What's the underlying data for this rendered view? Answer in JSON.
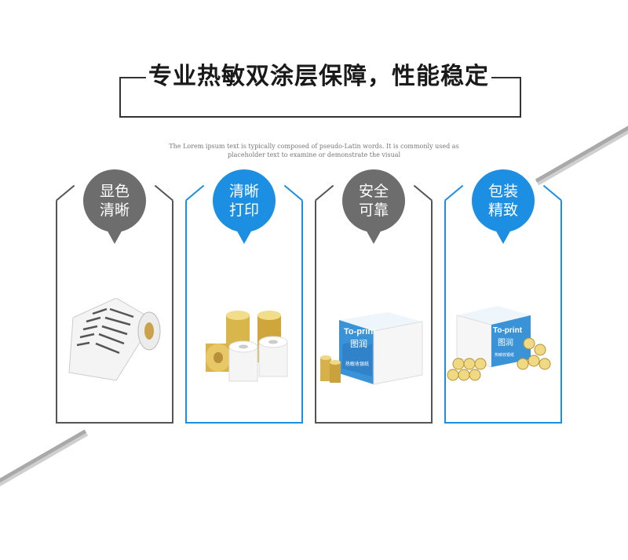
{
  "header": {
    "title": "专业热敏双涂层保障，性能稳定",
    "subtitle_line1": "The Lorem ipsum text is typically composed of pseudo-Latin words. It is commonly used as",
    "subtitle_line2": "placeholder text to examine or demonstrate the visual"
  },
  "features": [
    {
      "line1": "显色",
      "line2": "清晰",
      "style": "gray"
    },
    {
      "line1": "清晰",
      "line2": "打印",
      "style": "blue"
    },
    {
      "line1": "安全",
      "line2": "可靠",
      "style": "gray"
    },
    {
      "line1": "包装",
      "line2": "精致",
      "style": "blue"
    }
  ],
  "products": {
    "box_brand": "To-print",
    "box_brand_cn": "图润",
    "box_caption": "热敏收银纸"
  },
  "colors": {
    "accent_blue": "#1c8fe3",
    "badge_gray": "#6d6d6d",
    "frame_dark": "#333333"
  }
}
